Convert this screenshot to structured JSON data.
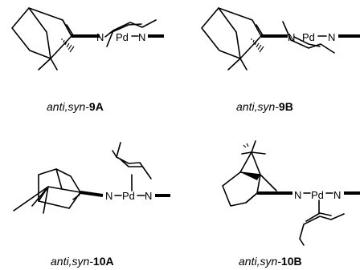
{
  "atoms": {
    "nitrogen": "N",
    "palladium": "Pd"
  },
  "structures": [
    {
      "id": "9A",
      "caption_prefix": "anti,syn-",
      "caption_number": "9A"
    },
    {
      "id": "9B",
      "caption_prefix": "anti,syn-",
      "caption_number": "9B"
    },
    {
      "id": "10A",
      "caption_prefix": "anti,syn-",
      "caption_number": "10A"
    },
    {
      "id": "10B",
      "caption_prefix": "anti,syn-",
      "caption_number": "10B"
    }
  ]
}
